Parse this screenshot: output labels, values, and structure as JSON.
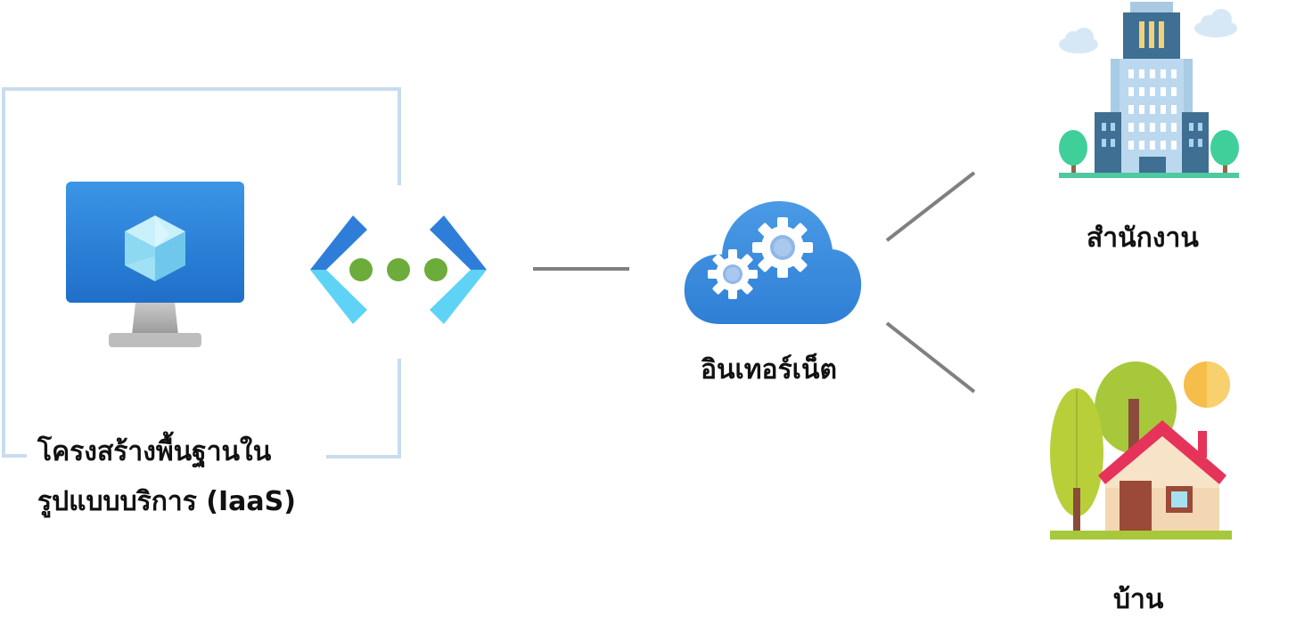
{
  "labels": {
    "iaas_line1": "โครงสร้างพื้นฐานใน",
    "iaas_line2": "รูปแบบบริการ (IaaS)",
    "internet": "อินเทอร์เน็ต",
    "office": "สำนักงาน",
    "home": "บ้าน"
  },
  "colors": {
    "bracket": "#c9dcee",
    "monitor": "#2f86dc",
    "cube": "#9fe0f5",
    "vnet_bracket_dark": "#2e7ed9",
    "vnet_bracket_light": "#5fd3f5",
    "vnet_dot": "#6bac3a",
    "cloud": "#3d8fe0",
    "connector": "#808080"
  },
  "icons": {
    "vm": "virtual-machine-icon",
    "vnet": "virtual-network-icon",
    "cloud": "cloud-gears-icon",
    "office": "office-building-icon",
    "home": "house-icon"
  }
}
